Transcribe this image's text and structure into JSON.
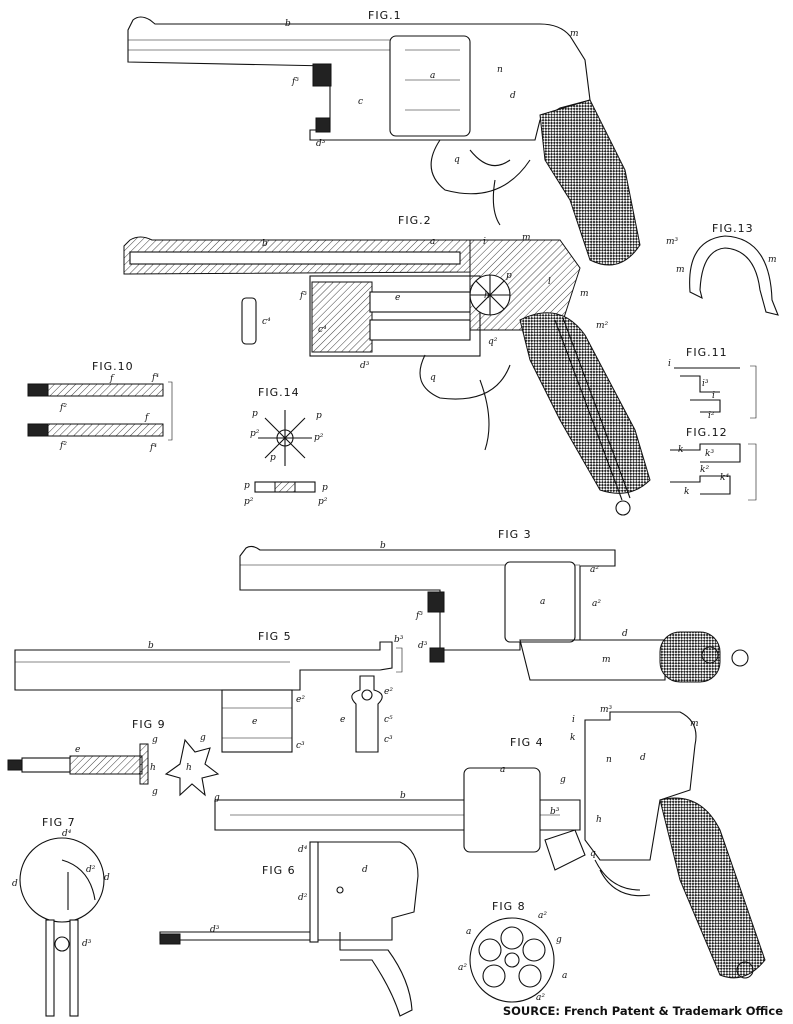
{
  "figures": {
    "fig1": "FIG.1",
    "fig2": "FIG.2",
    "fig3": "FIG 3",
    "fig4": "FIG 4",
    "fig5": "FIG 5",
    "fig6": "FIG 6",
    "fig7": "FIG 7",
    "fig8": "FIG 8",
    "fig9": "FIG 9",
    "fig10": "FIG.10",
    "fig11": "FIG.11",
    "fig12": "FIG.12",
    "fig13": "FIG.13",
    "fig14": "FIG.14"
  },
  "labels": {
    "b": "b",
    "m": "m",
    "a": "a",
    "n": "n",
    "d": "d",
    "c": "c",
    "q": "q",
    "f3": "f³",
    "d3": "d³",
    "c4": "c⁴",
    "e": "e",
    "h": "h",
    "p": "p",
    "p2": "p²",
    "l": "l",
    "i": "i",
    "m2": "m²",
    "m3": "m³",
    "g": "g",
    "q2": "q²",
    "f": "f",
    "f2": "f²",
    "f4": "f⁴",
    "i2": "i²",
    "i3": "i³",
    "k": "k",
    "k2": "k²",
    "k3": "k³",
    "k4": "k⁴",
    "a2": "a²",
    "b3": "b³",
    "e2": "e²",
    "c3": "c³",
    "c5": "c⁵",
    "d4": "d⁴",
    "d2": "d²"
  },
  "source": "SOURCE: French Patent & Trademark Office",
  "icons": [
    "revolver-drawing",
    "cylinder-star-icon",
    "trigger-guard-icon"
  ]
}
